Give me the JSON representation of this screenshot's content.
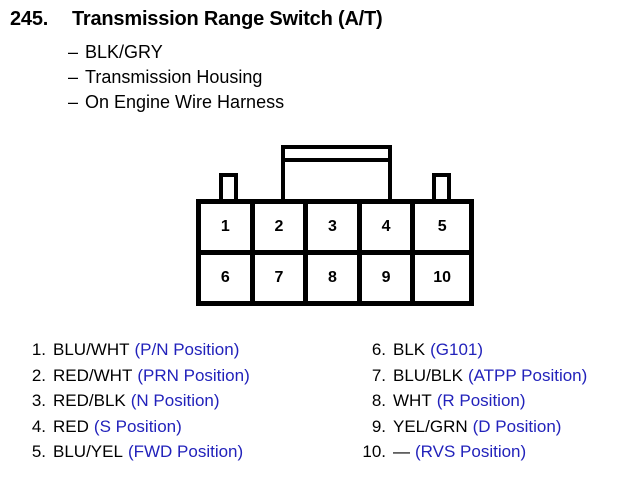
{
  "heading": {
    "number": "245.",
    "title": "Transmission Range Switch (A/T)"
  },
  "sub_bullets": [
    {
      "dash": "–",
      "text": "BLK/GRY"
    },
    {
      "dash": "–",
      "text": "Transmission Housing"
    },
    {
      "dash": "–",
      "text": "On Engine Wire Harness"
    }
  ],
  "connector": {
    "rows": [
      {
        "cells": [
          "1",
          "2",
          "3",
          "4",
          "5"
        ]
      },
      {
        "cells": [
          "6",
          "7",
          "8",
          "9",
          "10"
        ]
      }
    ]
  },
  "legend": {
    "left": [
      {
        "num": "1.",
        "wire": "BLU/WHT",
        "position": "(P/N Position)"
      },
      {
        "num": "2.",
        "wire": "RED/WHT",
        "position": "(PRN Position)"
      },
      {
        "num": "3.",
        "wire": "RED/BLK",
        "position": "(N Position)"
      },
      {
        "num": "4.",
        "wire": "RED",
        "position": "(S Position)"
      },
      {
        "num": "5.",
        "wire": "BLU/YEL",
        "position": "(FWD Position)"
      }
    ],
    "right": [
      {
        "num": "6.",
        "wire": "BLK",
        "position": "(G101)"
      },
      {
        "num": "7.",
        "wire": "BLU/BLK",
        "position": "(ATPP Position)"
      },
      {
        "num": "8.",
        "wire": "WHT",
        "position": "(R Position)"
      },
      {
        "num": "9.",
        "wire": "YEL/GRN",
        "position": "(D Position)"
      },
      {
        "num": "10.",
        "wire": "—",
        "position": "(RVS Position)"
      }
    ]
  },
  "colors": {
    "text": "#000000",
    "position_blue": "#2222bb",
    "background": "#ffffff"
  }
}
